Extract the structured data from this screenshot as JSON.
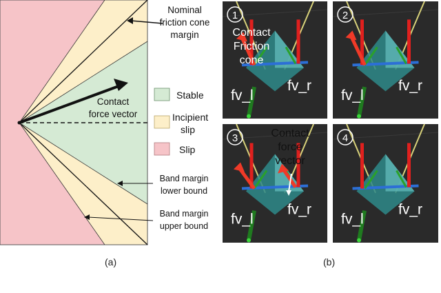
{
  "panel_a": {
    "nominal_label_1": "Nominal",
    "nominal_label_2": "friction cone",
    "nominal_label_3": "margin",
    "contact_label_1": "Contact",
    "contact_label_2": "force vector",
    "band_lower_1": "Band margin",
    "band_lower_2": "lower bound",
    "band_upper_1": "Band margin",
    "band_upper_2": "upper bound",
    "legend": [
      {
        "label": "Stable",
        "color": "#d5ead4"
      },
      {
        "label_1": "Incipient",
        "label_2": "slip",
        "color": "#fdefc9"
      },
      {
        "label": "Slip",
        "color": "#f6c4c8"
      }
    ],
    "caption": "(a)"
  },
  "panel_b": {
    "caption": "(b)",
    "shots": [
      {
        "number": "1",
        "label_left": "fv_l",
        "label_right": "fv_r",
        "annotation_1": "Contact",
        "annotation_2": "Friction",
        "annotation_3": "cone"
      },
      {
        "number": "2",
        "label_left": "fv_l",
        "label_right": "fv_r"
      },
      {
        "number": "3",
        "label_left": "fv_l",
        "label_right": "fv_r",
        "annotation_1": "Contact",
        "annotation_2": "force",
        "annotation_3": "vector"
      },
      {
        "number": "4",
        "label_left": "fv_l",
        "label_right": "fv_r"
      }
    ]
  }
}
